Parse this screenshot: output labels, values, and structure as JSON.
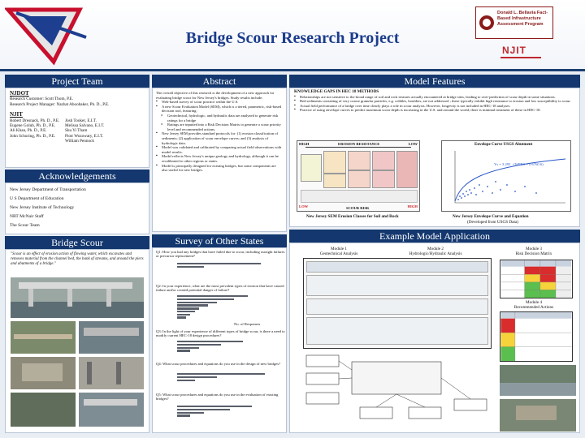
{
  "header": {
    "title": "Bridge Scour Research Project",
    "logo_right_text": "Donald L. Bellavia Fact-Based Infrastructure Assessment Program",
    "njit_text": "NJIT"
  },
  "panels": {
    "project_team": "Project Team",
    "acknowledgements": "Acknowledgements",
    "bridge_scour": "Bridge Scour",
    "abstract": "Abstract",
    "survey": "Survey of Other States",
    "model_features": "Model Features",
    "example_model": "Example Model Application"
  },
  "team": {
    "njdot_heading": "NJDOT",
    "njdot_lines": [
      "Research Customer: Scott Thom, P.E.",
      "Research Project Manager: Nazhat Aboobaker, Ph. D., P.E."
    ],
    "njit_heading": "NJIT",
    "njit_col1": [
      "Robert Dresnack, Ph. D., P.E.",
      "Eugene Golub, Ph. D., P.E.",
      "Ali Khan, Ph. D., P.E.",
      "John Schuring, Ph. D., P.E."
    ],
    "njit_col2": [
      "Josh Tooker, E.I.T.",
      "Melissa Salvano, E.I.T.",
      "Shu Yi Tham",
      "Piotr Wozowaty, E.I.T.",
      "William Pennock"
    ]
  },
  "acknowledgements": [
    "New Jersey Department of Transportation",
    "U S Department of Education",
    "New Jersey Institute of Technology",
    "NRT McNair Staff",
    "The Scour Team"
  ],
  "bridge_scour_quote": "\"Scour is an effect of erosion action of flowing water, which excavates and removes material from the channel bed, the bank of streams, and around the piers and abutments of a bridge.\"",
  "abstract": {
    "intro": "The overall objective of this research is the development of a new approach for evaluating bridge scour for New Jersey's bridges. Study results include:",
    "items": [
      "Web-based survey of scour practice within the U.S.",
      "A new Scour Evaluation Model (SEM), which is a tiered, parametric, risk-based decision tool, featuring:",
      "Model was validated and calibrated by comparing actual field observations with model results.",
      "Model reflects New Jersey's unique geology and hydrology, although it can be recalibrated to other regions or states.",
      "Model is principally designed for existing bridges, but some components are also useful for new bridges."
    ],
    "sub_items": [
      "Geotechnical, hydrologic, and hydraulic data are analyzed to generate risk ratings for a bridge",
      "Ratings are inputted into a Risk Decision Matrix to generate a scour priority level and recommended actions."
    ],
    "item_sem": "New Jersey SEM provides standard protocols for: (1) erosion classification of sediments; (2) application of scour envelope curves; and (3) analysis of hydrologic data."
  },
  "survey": {
    "q1": "Q1: How you had any bridges that have failed due to scour, including outright failures or precursor replacement?",
    "q2": "Q2: In your experience, what are the most prevalent types of erosion that have caused failure and/or created potential danger of failure?",
    "q3": "Q3: In the light of your experience of different types of bridge scour, is there a need to modify current HEC-18 design procedures?",
    "q4": "Q4: What scour procedures and equations do you use in the design of new bridges?",
    "q5": "Q5: What scour procedures and equations do you use in the evaluation of existing bridges?",
    "axis_label": "No. of Responses"
  },
  "model_features": {
    "heading": "KNOWLEDGE GAPS IN HEC 18 METHODS",
    "items": [
      "Relationships are not sensitive to the broad range of soil and rock textures actually encountered at bridge sites, leading to over-prediction of scour depth in some situations.",
      "Bed sediments consisting of very coarse granular particles, e.g. cobbles, boulders, are not addressed ; these typically exhibit high resistance to erosion and low susceptibility to scour.",
      "Actual field performance of a bridge over time clearly plays a role in scour analysis. However, longevity is not included in HEC-18 analyses.",
      "Practice of using envelope curves to predict maximum scour depth is increasing in the U.S. and around the world; there is minimal treatment of these in HEC-18."
    ],
    "erosion_high": "HIGH",
    "erosion_label": "EROSION RESISTANCE",
    "erosion_low": "LOW",
    "scour_low": "LOW",
    "scour_label": "SCOUR RISK",
    "scour_high": "HIGH",
    "caption_left": "New Jersey SEM Erosion Classes for Soil and Rock",
    "caption_right_1": "New Jersey Envelope Curve and Equation",
    "caption_right_2": "(Developed from USGS Data)",
    "curve_title": "Envelope Curve USGS Abutment",
    "curve_eq": "Ys = 3.295 · (WPRS = 0.6760.6)"
  },
  "example": {
    "module1": [
      "Module 1",
      "Geotechnical Analysis"
    ],
    "module2": [
      "Module 2",
      "Hydrologic/Hydraulic Analysis"
    ],
    "module3": [
      "Module 3",
      "Risk Decision Matrix"
    ],
    "module4": [
      "Module 4",
      "Recommended Actions"
    ]
  },
  "colors": {
    "accent": "#13376e",
    "title": "#1c3c8c",
    "njit_red": "#c0262d",
    "risk_high": "#cc2222"
  },
  "chart_data": [
    {
      "type": "bar",
      "title": "",
      "values": [
        38,
        12
      ]
    },
    {
      "type": "bar",
      "title": "",
      "values": [
        32,
        26,
        18,
        14,
        10,
        8,
        6,
        4
      ]
    },
    {
      "type": "bar",
      "title": "",
      "values": [
        30,
        20,
        10,
        6
      ]
    },
    {
      "type": "bar",
      "title": "",
      "values": [
        40,
        18,
        8
      ]
    },
    {
      "type": "bar",
      "title": "",
      "values": [
        34,
        24,
        12,
        6
      ]
    }
  ]
}
